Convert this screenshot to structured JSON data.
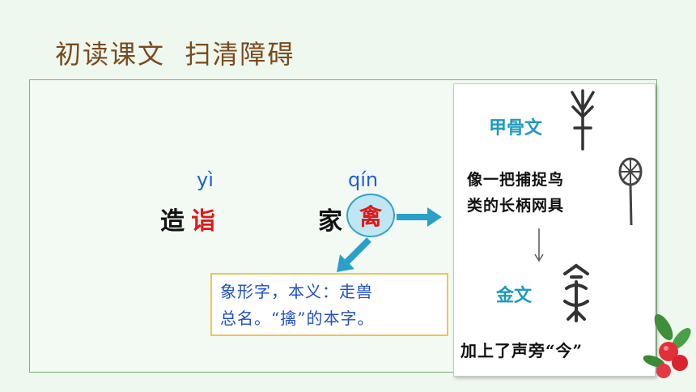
{
  "slide": {
    "title": "初读课文  扫清障碍"
  },
  "words": [
    {
      "pinyin": "yì",
      "prefix": "造",
      "target": "诣"
    },
    {
      "pinyin": "qín",
      "prefix": "家",
      "target": "禽"
    }
  ],
  "note": {
    "line1": "象形字，本义：走兽",
    "line2": "总名。“擒”的本字。"
  },
  "panel": {
    "oracle_label": "甲骨文",
    "oracle_desc_line1": "像一把捕捉鸟",
    "oracle_desc_line2": "类的长柄网具",
    "bronze_label": "金文",
    "bronze_desc": "加上了声旁“今”"
  },
  "colors": {
    "accent_blue": "#1f5fd6",
    "highlight_red": "#e01818",
    "teal": "#1d9ac0",
    "arrow_blue": "#2aa0c8",
    "title_brown": "#7a4a1e"
  }
}
